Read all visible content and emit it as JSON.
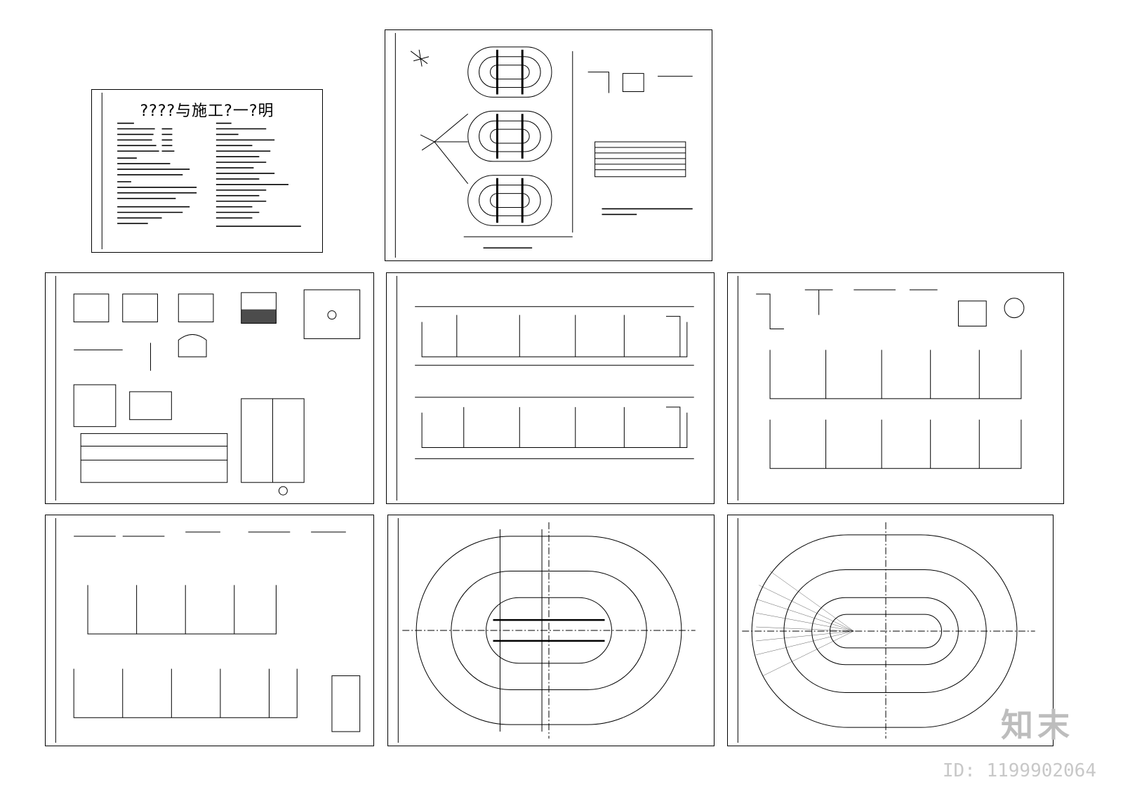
{
  "title_sheet": {
    "title": "????与施工?一?明"
  },
  "watermark": {
    "brand": "知末",
    "id": "ID: 1199902064"
  },
  "colors": {
    "line": "#000000",
    "paper": "#ffffff",
    "watermark": "#c8c8c8"
  }
}
